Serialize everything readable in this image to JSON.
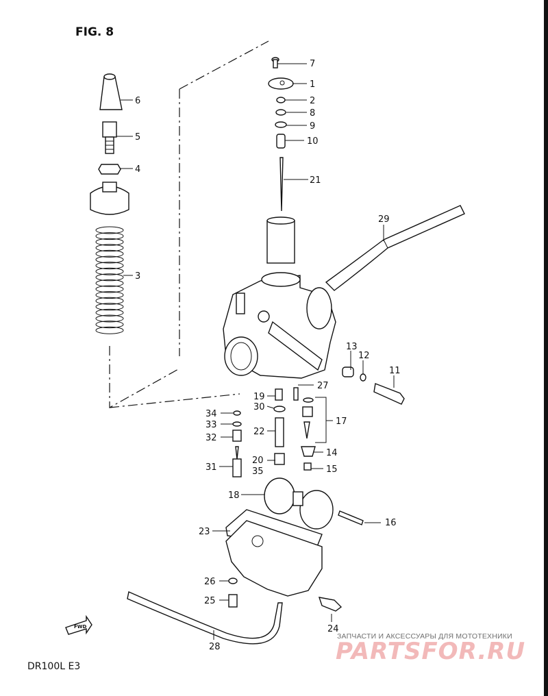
{
  "figure": {
    "title": "FIG. 8",
    "model_code": "DR100L  E3",
    "fwd_label": "FWD"
  },
  "callouts": [
    {
      "id": "7",
      "text": "7"
    },
    {
      "id": "1",
      "text": "1"
    },
    {
      "id": "2",
      "text": "2"
    },
    {
      "id": "8",
      "text": "8"
    },
    {
      "id": "9",
      "text": "9"
    },
    {
      "id": "10",
      "text": "10"
    },
    {
      "id": "21",
      "text": "21"
    },
    {
      "id": "6",
      "text": "6"
    },
    {
      "id": "5",
      "text": "5"
    },
    {
      "id": "4",
      "text": "4"
    },
    {
      "id": "3",
      "text": "3"
    },
    {
      "id": "29",
      "text": "29"
    },
    {
      "id": "13",
      "text": "13"
    },
    {
      "id": "12",
      "text": "12"
    },
    {
      "id": "11",
      "text": "11"
    },
    {
      "id": "19",
      "text": "19"
    },
    {
      "id": "27",
      "text": "27"
    },
    {
      "id": "30",
      "text": "30"
    },
    {
      "id": "17",
      "text": "17"
    },
    {
      "id": "34",
      "text": "34"
    },
    {
      "id": "33",
      "text": "33"
    },
    {
      "id": "32",
      "text": "32"
    },
    {
      "id": "22",
      "text": "22"
    },
    {
      "id": "14",
      "text": "14"
    },
    {
      "id": "20",
      "text": "20"
    },
    {
      "id": "35",
      "text": "35"
    },
    {
      "id": "31",
      "text": "31"
    },
    {
      "id": "15",
      "text": "15"
    },
    {
      "id": "18",
      "text": "18"
    },
    {
      "id": "16",
      "text": "16"
    },
    {
      "id": "23",
      "text": "23"
    },
    {
      "id": "26",
      "text": "26"
    },
    {
      "id": "25",
      "text": "25"
    },
    {
      "id": "24",
      "text": "24"
    },
    {
      "id": "28",
      "text": "28"
    }
  ],
  "watermark": {
    "tagline": "ЗАПЧАСТИ И АКСЕССУАРЫ ДЛЯ МОТОТЕХНИКИ",
    "brand": "PARTSFOR.RU",
    "color": "#e05a5a"
  }
}
